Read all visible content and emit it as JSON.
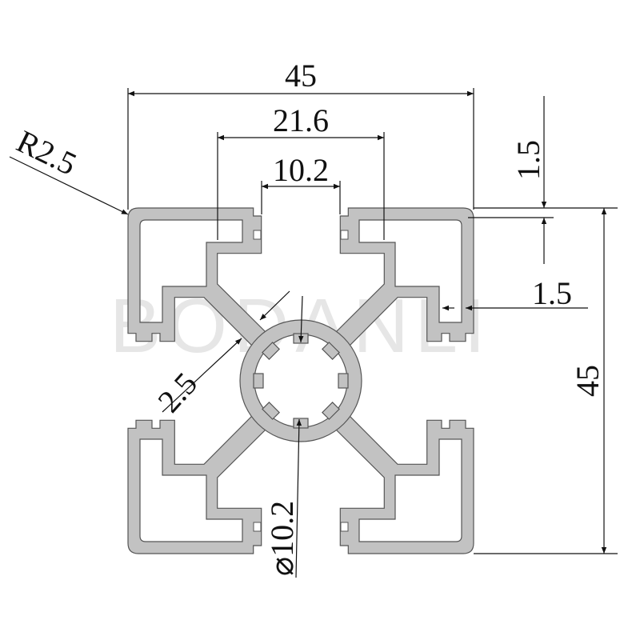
{
  "drawing": {
    "title": "Aluminum extrusion profile 45x45",
    "watermark": "BODANLI",
    "fill_color": "#c2c2c2",
    "dimensions": {
      "width_top": "45",
      "slot_outer": "21.6",
      "slot_opening": "10.2",
      "corner_radius": "R2.5",
      "lip_thickness_top": "1.5",
      "lip_thickness_side": "1.5",
      "height_right": "45",
      "web_thickness": "2.5",
      "center_bore": "⌀10.2"
    }
  }
}
